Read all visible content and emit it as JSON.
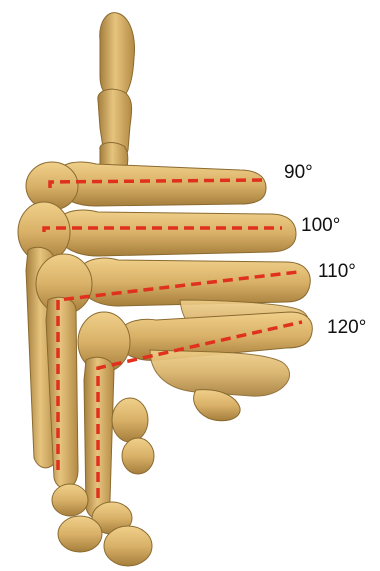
{
  "diagram": {
    "bone_color": "#d9b168",
    "bone_shadow": "#9c7735",
    "line_color": "#e0301e",
    "angles": [
      {
        "label": "90°"
      },
      {
        "label": "100°"
      },
      {
        "label": "110°"
      },
      {
        "label": "120°"
      }
    ]
  }
}
